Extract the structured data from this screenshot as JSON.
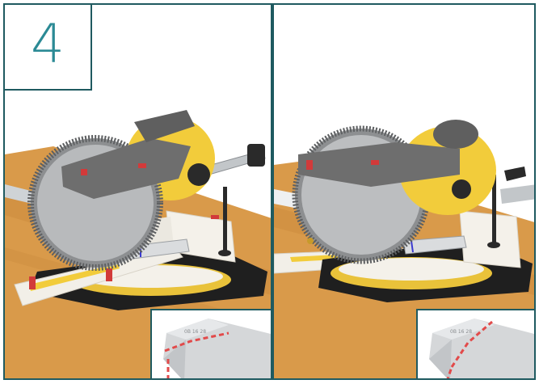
{
  "step": {
    "number": "4"
  },
  "panels": [
    {
      "name": "left-view"
    },
    {
      "name": "right-view"
    }
  ],
  "colors": {
    "frame": "#1f5a60",
    "step_number": "#2b8a95",
    "wood": "#d99a4a",
    "saw_yellow": "#f2cc3b",
    "saw_gray": "#6e6e6e",
    "cut_line": "#e24a4a"
  }
}
